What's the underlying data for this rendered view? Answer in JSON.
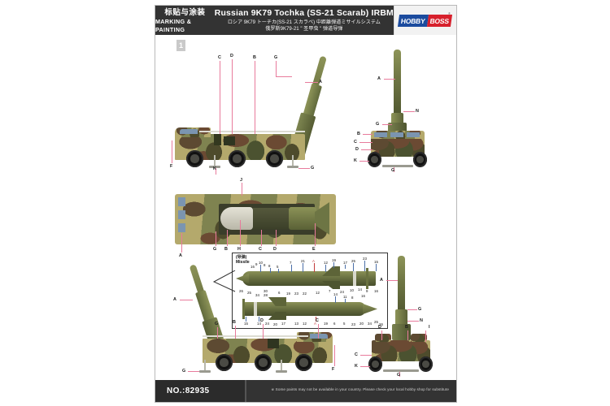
{
  "sheet": {
    "page_number": "1",
    "kit_number": "NO.:82935",
    "disclaimer": "※ Some paints may not be available in your country. Please check your local hobby shop for substitute"
  },
  "header": {
    "section_cn": "标贴与涂装",
    "section_en": "MARKING & PAINTING",
    "title_en": "Russian 9K79 Tochka (SS-21 Scarab) IRBM",
    "title_jp": "ロシア 9K79 トーチカ(SS-21 スカラベ) 中距離弾道ミサイルシステム",
    "title_cn": "俄罗斯9K79-21 \" 圣甲虫 \" 弹道导弹",
    "brand_part1": "HOBBY",
    "brand_part2": "BOSS",
    "brand_tm": "®"
  },
  "views": {
    "side_right": {
      "name": "Side view, launcher elevated",
      "labels": [
        "F",
        "C",
        "D",
        "B",
        "G",
        "A",
        "K",
        "G"
      ]
    },
    "front": {
      "name": "Front view",
      "labels": [
        "A",
        "N",
        "G",
        "B",
        "C",
        "D",
        "K",
        "G"
      ]
    },
    "top": {
      "name": "Top view, stowed missile",
      "labels": [
        "J",
        "A",
        "G",
        "B",
        "H",
        "C",
        "D",
        "E"
      ]
    },
    "side_left": {
      "name": "Side view, mirrored",
      "labels": [
        "A",
        "G",
        "B",
        "D",
        "C",
        "F",
        "G"
      ]
    },
    "rear": {
      "name": "Rear view",
      "labels": [
        "A",
        "G",
        "N",
        "B",
        "I",
        "D",
        "C",
        "K",
        "G"
      ]
    }
  },
  "missile_inset": {
    "caption_cn": "(导弹)",
    "caption_en": "Missile",
    "top_labels_upper": [
      "10",
      "8",
      "5",
      "7",
      "21",
      "A",
      "12",
      "19",
      "17",
      "25",
      "23",
      "15"
    ],
    "top_labels_left": [
      "16",
      "9",
      "8"
    ],
    "top_labels_lower": [
      "26",
      "25",
      "34",
      "30",
      "28",
      "6",
      "19",
      "23",
      "22",
      "12",
      "7",
      "24",
      "10",
      "14",
      "9",
      "16"
    ],
    "bottom_labels_upper": [
      "14",
      "11",
      "8",
      "16"
    ],
    "bottom_labels_lower": [
      "15",
      "14",
      "24",
      "20",
      "17",
      "13",
      "12",
      "A",
      "19",
      "6",
      "5",
      "23",
      "20",
      "34",
      "25",
      "26"
    ],
    "center_mark_upper": "A",
    "center_mark_lower": "A",
    "lead_color": "#4b6fa8",
    "accent_color": "#c23b3b"
  },
  "colors": {
    "header_bar": "#333333",
    "footer_bar": "#333333",
    "brand_blue": "#1b4b9e",
    "brand_red": "#d7202c",
    "callout_pink": "#e87b9c",
    "camo_green": "#7f8350",
    "camo_tan": "#b4a96c",
    "camo_brown": "#6b4a33",
    "camo_dark": "#4e4b2c",
    "missile_green": "#6e7543",
    "page_bg": "#ffffff"
  }
}
